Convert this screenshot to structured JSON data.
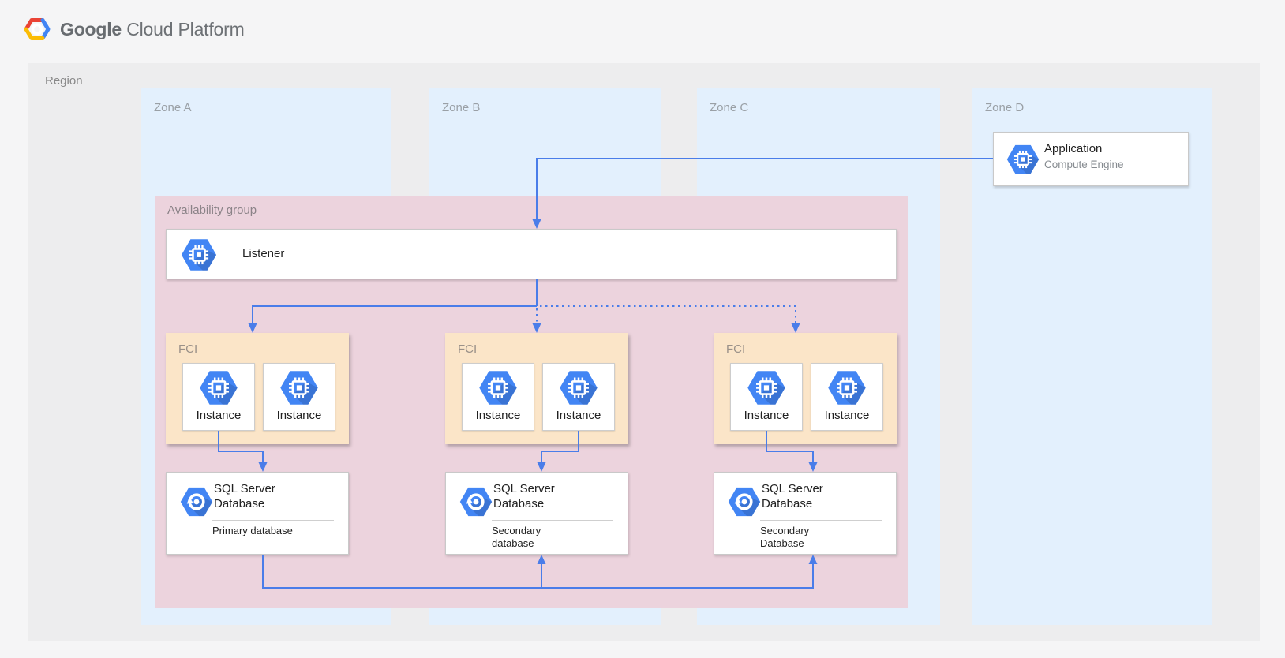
{
  "header": {
    "logo": {
      "google": "Google",
      "rest": "Cloud Platform",
      "icon": "gcp-hexagon-logo"
    }
  },
  "region": {
    "label": "Region"
  },
  "zones": [
    {
      "label": "Zone A"
    },
    {
      "label": "Zone B"
    },
    {
      "label": "Zone C"
    },
    {
      "label": "Zone D"
    }
  ],
  "application": {
    "title": "Application",
    "subtitle": "Compute Engine",
    "icon": "compute-engine-icon"
  },
  "availability_group": {
    "label": "Availability group"
  },
  "listener": {
    "label": "Listener",
    "icon": "compute-engine-icon"
  },
  "fci": [
    {
      "label": "FCI",
      "instances": [
        "Instance",
        "Instance"
      ]
    },
    {
      "label": "FCI",
      "instances": [
        "Instance",
        "Instance"
      ]
    },
    {
      "label": "FCI",
      "instances": [
        "Instance",
        "Instance"
      ]
    }
  ],
  "databases": [
    {
      "icon": "sql-server-icon",
      "title_lines": [
        "SQL Server",
        "Database"
      ],
      "role_lines": [
        "Primary database"
      ]
    },
    {
      "icon": "sql-server-icon",
      "title_lines": [
        "SQL Server",
        "Database"
      ],
      "role_lines": [
        "Secondary",
        "database"
      ]
    },
    {
      "icon": "sql-server-icon",
      "title_lines": [
        "SQL Server",
        "Database"
      ],
      "role_lines": [
        "Secondary",
        "Database"
      ]
    }
  ],
  "colors": {
    "arrow_blue": "#4a7de9",
    "icon_blue": "#4285f4",
    "zone_blue": "#e3f0fd",
    "availability_pink": "#ecd3dd",
    "fci_peach": "#fbe5c8",
    "region_gray": "#ededee",
    "logo_red": "#ea4335",
    "logo_yellow": "#fbbc05"
  }
}
